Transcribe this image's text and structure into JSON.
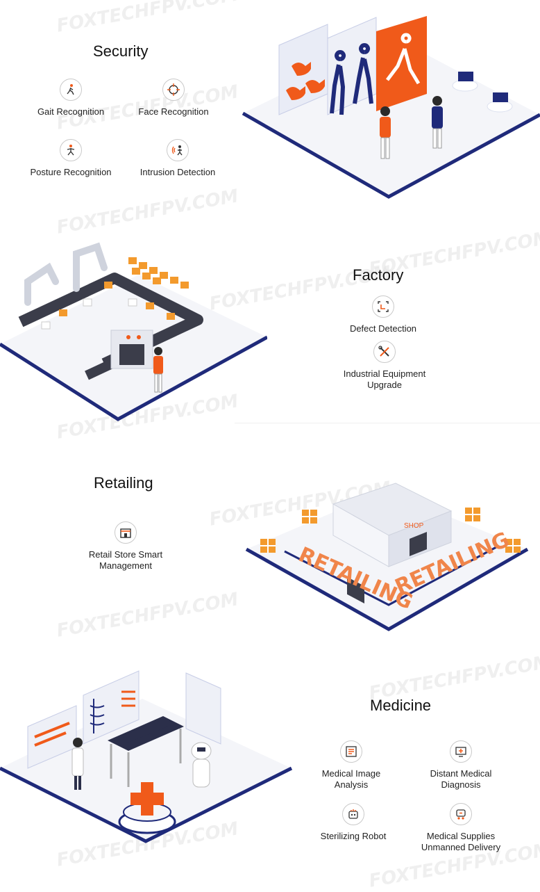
{
  "watermark": "FOXTECHFPV.COM",
  "colors": {
    "accent": "#f05a1a",
    "navy": "#1f2a7a",
    "platform": "#f4f5f9",
    "gray": "#6b7280"
  },
  "security": {
    "title": "Security",
    "features": [
      {
        "label": "Gait Recognition",
        "icon": "walking-person-icon"
      },
      {
        "label": "Face Recognition",
        "icon": "face-target-icon"
      },
      {
        "label": "Posture Recognition",
        "icon": "posture-person-icon"
      },
      {
        "label": "Intrusion Detection",
        "icon": "intrusion-alert-icon"
      }
    ]
  },
  "factory": {
    "title": "Factory",
    "features": [
      {
        "label": "Defect Detection",
        "icon": "defect-scan-icon"
      },
      {
        "label": "Industrial Equipment\nUpgrade",
        "icon": "tools-icon"
      }
    ]
  },
  "retailing": {
    "title": "Retailing",
    "features": [
      {
        "label": "Retail Store Smart\nManagement",
        "icon": "store-icon"
      }
    ],
    "scene_sign": "RETAILING",
    "shop_sign": "SHOP"
  },
  "medicine": {
    "title": "Medicine",
    "features": [
      {
        "label": "Medical Image\nAnalysis",
        "icon": "medical-image-icon"
      },
      {
        "label": "Distant Medical\nDiagnosis",
        "icon": "remote-diagnosis-icon"
      },
      {
        "label": "Sterilizing Robot",
        "icon": "sterilizing-robot-icon"
      },
      {
        "label": "Medical Supplies\nUnmanned Delivery",
        "icon": "delivery-robot-icon"
      }
    ]
  }
}
